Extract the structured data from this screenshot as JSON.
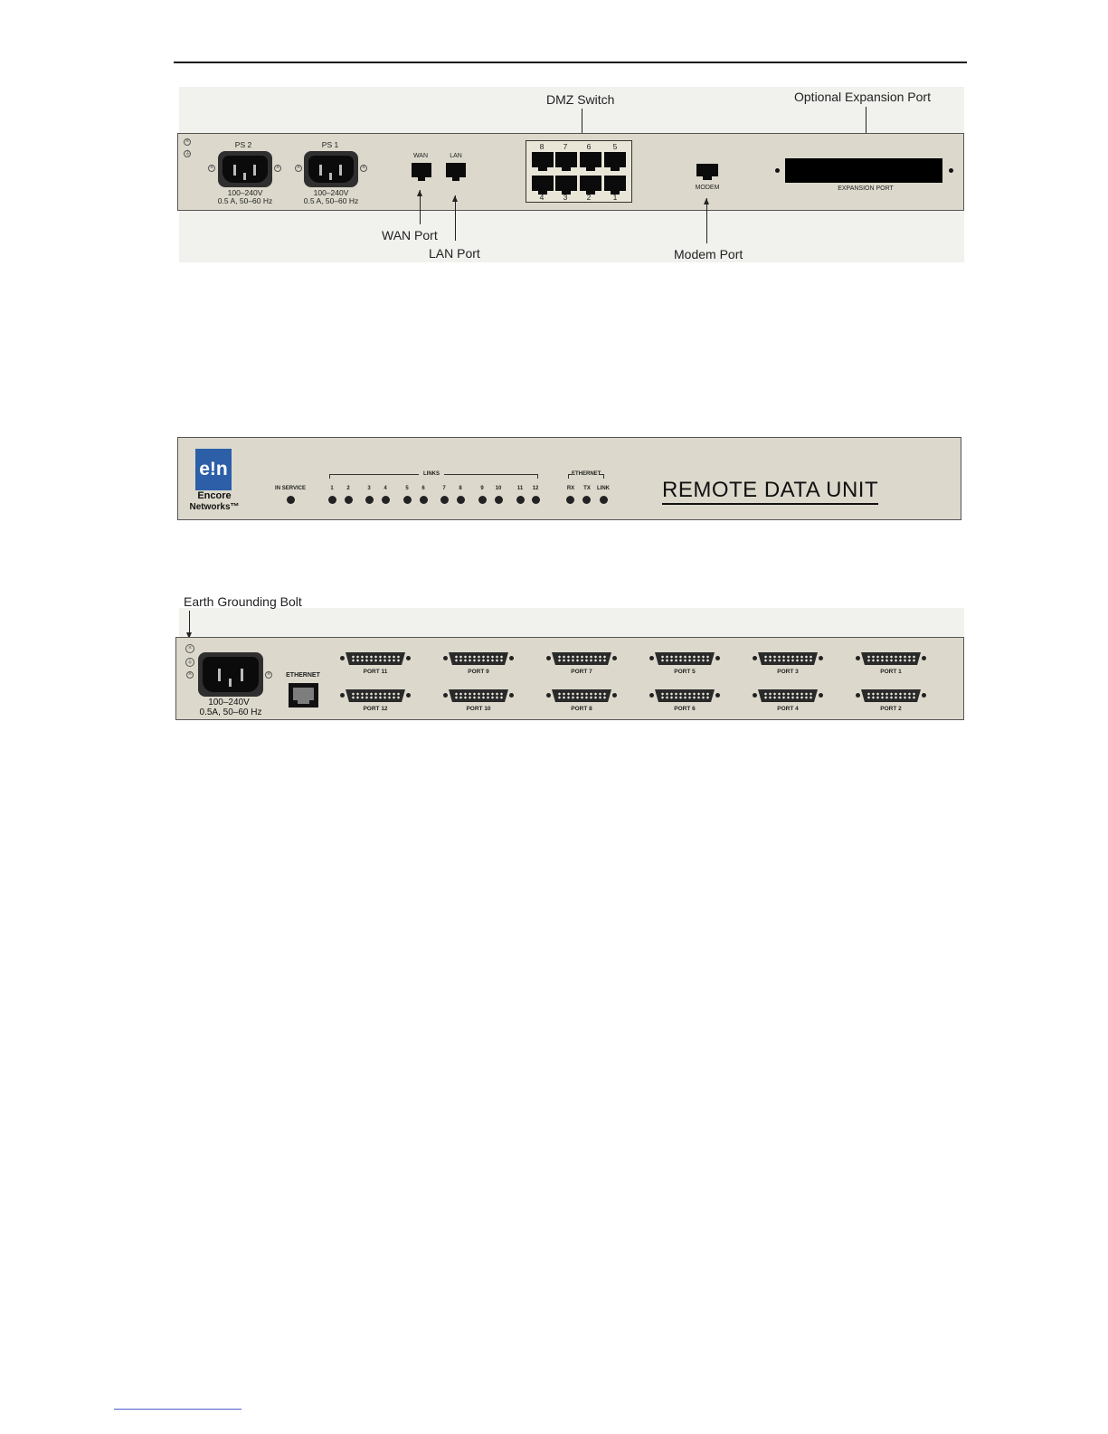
{
  "router_rear": {
    "callouts": {
      "dmz_switch": "DMZ Switch",
      "optional_expansion_port": "Optional Expansion Port",
      "wan_port": "WAN Port",
      "lan_port": "LAN Port",
      "modem_port": "Modem Port"
    },
    "ps2": {
      "label": "PS 2",
      "rating1": "100–240V",
      "rating2": "0.5 A, 50–60 Hz"
    },
    "ps1": {
      "label": "PS 1",
      "rating1": "100–240V",
      "rating2": "0.5 A, 50–60 Hz"
    },
    "wan_label": "WAN",
    "lan_label": "LAN",
    "dmz_numbers_top": [
      "8",
      "7",
      "6",
      "5"
    ],
    "dmz_numbers_bottom": [
      "4",
      "3",
      "2",
      "1"
    ],
    "modem_label": "MODEM",
    "expansion_label": "EXPANSION PORT"
  },
  "rdu_front": {
    "logo_mark": "e!n",
    "logo_line1": "Encore",
    "logo_line2": "Networks™",
    "in_service": "IN SERVICE",
    "links_title": "LINKS",
    "link_numbers": [
      "1",
      "2",
      "3",
      "4",
      "5",
      "6",
      "7",
      "8",
      "9",
      "10",
      "11",
      "12"
    ],
    "ethernet_title": "ETHERNET",
    "ethernet_leds": [
      "RX",
      "TX",
      "LINK"
    ],
    "title": "REMOTE DATA UNIT"
  },
  "rdu_rear": {
    "callout": "Earth Grounding Bolt",
    "rating1": "100–240V",
    "rating2": "0.5A,  50–60 Hz",
    "ethernet_label": "ETHERNET",
    "ports_top": [
      "PORT 11",
      "PORT 9",
      "PORT 7",
      "PORT 5",
      "PORT 3",
      "PORT 1"
    ],
    "ports_bottom": [
      "PORT 12",
      "PORT 10",
      "PORT 8",
      "PORT 6",
      "PORT 4",
      "PORT 2"
    ]
  },
  "colors": {
    "panel": "#dcd9cc",
    "logo_blue": "#2c5fa8",
    "footer_rule": "#4a5fd0"
  }
}
